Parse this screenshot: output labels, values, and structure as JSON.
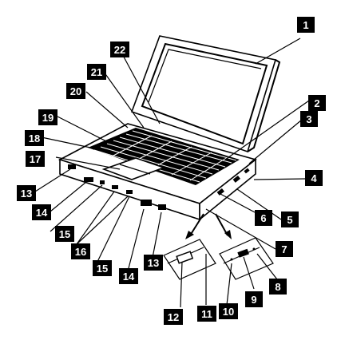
{
  "callouts": [
    "1",
    "2",
    "3",
    "4",
    "5",
    "6",
    "7",
    "8",
    "9",
    "10",
    "11",
    "12",
    "13",
    "14",
    "15",
    "16",
    "17",
    "18",
    "19",
    "20",
    "21",
    "22"
  ],
  "duplicate_callouts": {
    "13b": "13",
    "14b": "14",
    "15b": "15"
  }
}
